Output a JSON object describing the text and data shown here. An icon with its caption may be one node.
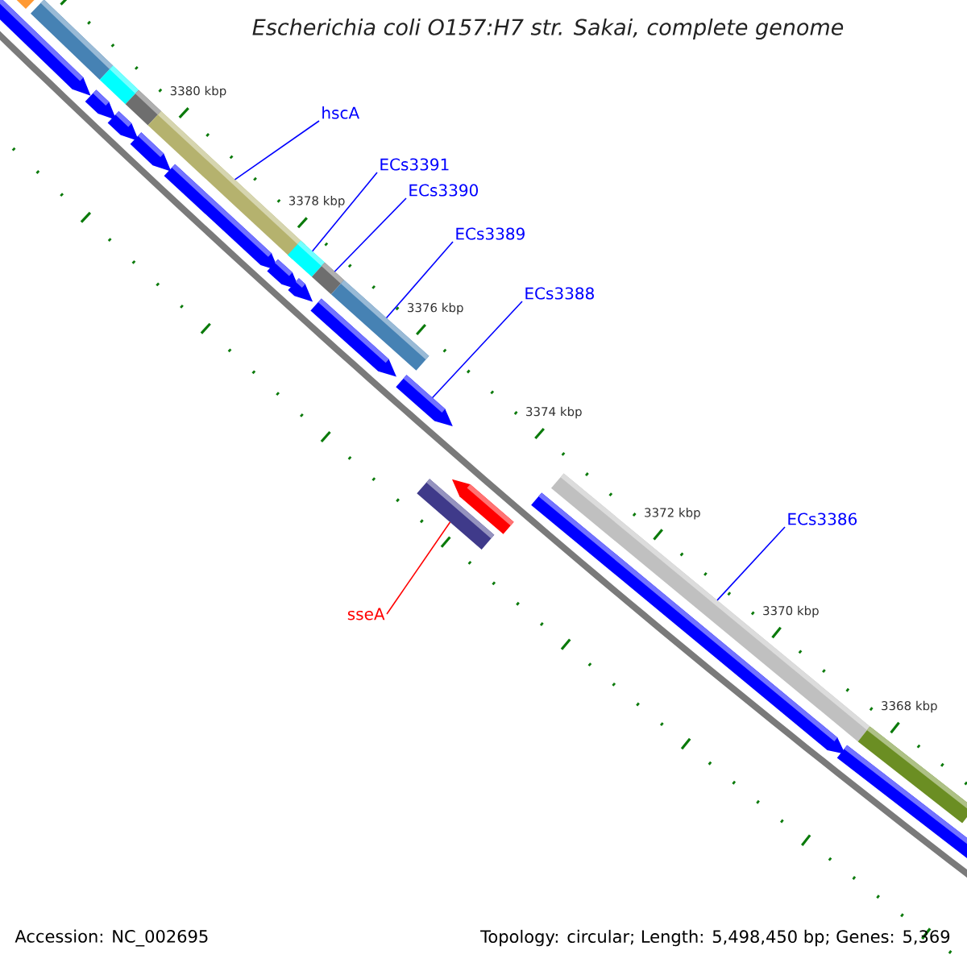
{
  "diagram": {
    "title": "*Escherichia coli O157:H7 str. Sakai, complete genome*",
    "nodes": [
      {
        "text": [
          "hscA"
        ]
      },
      {
        "text": [
          "ECs3391"
        ]
      },
      {
        "text": [
          "ECs3390"
        ]
      },
      {
        "text": [
          "ECs3389"
        ]
      },
      {
        "text": [
          "ECs3388"
        ]
      },
      {
        "text": [
          "ECs3386"
        ]
      },
      {
        "text": [
          "sseA"
        ]
      },
      {
        "text": [],
        "shape": "bar"
      },
      {
        "text": [],
        "shape": "bar"
      },
      {
        "text": [],
        "shape": "bar"
      },
      {
        "text": [],
        "shape": "bar"
      },
      {
        "text": [],
        "shape": "bar"
      },
      {
        "text": [],
        "shape": "bar"
      },
      {
        "text": [],
        "shape": "bar"
      },
      {
        "text": [],
        "shape": "bar"
      },
      {
        "text": [],
        "shape": "bar"
      },
      {
        "text": [],
        "shape": "bar"
      },
      {
        "text": [],
        "shape": "arrow"
      },
      {
        "text": [],
        "shape": "arrow"
      },
      {
        "text": [],
        "shape": "arrow"
      },
      {
        "text": [],
        "shape": "arrow"
      },
      {
        "text": [],
        "shape": "arrow"
      },
      {
        "text": [],
        "shape": "arrow"
      },
      {
        "text": [],
        "shape": "arrow"
      },
      {
        "text": [],
        "shape": "arrow"
      },
      {
        "text": [],
        "shape": "arrow"
      },
      {
        "text": [],
        "shape": "arrow"
      },
      {
        "text": [],
        "shape": "arrow"
      },
      {
        "text": [],
        "shape": "bar"
      },
      {
        "text": [],
        "shape": "arrow"
      }
    ],
    "edges": [
      {
        "from": 0,
        "to": 11,
        "arrow": "none"
      },
      {
        "from": 1,
        "to": 12,
        "arrow": "none"
      },
      {
        "from": 2,
        "to": 13,
        "arrow": "none"
      },
      {
        "from": 3,
        "to": 14,
        "arrow": "none"
      },
      {
        "from": 4,
        "to": 25,
        "arrow": "none"
      },
      {
        "from": 5,
        "to": 15,
        "arrow": "none"
      },
      {
        "from": 6,
        "to": 28,
        "arrow": "none",
        "color": "#ff0000"
      }
    ],
    "labels": [
      "3380 kbp",
      "3378 kbp",
      "3376 kbp",
      "3374 kbp",
      "3372 kbp",
      "3370 kbp",
      "3368 kbp",
      "Accession: NC_002695",
      "Topology: circular; Length: 5,498,450 bp; Genes: 5,369"
    ]
  }
}
